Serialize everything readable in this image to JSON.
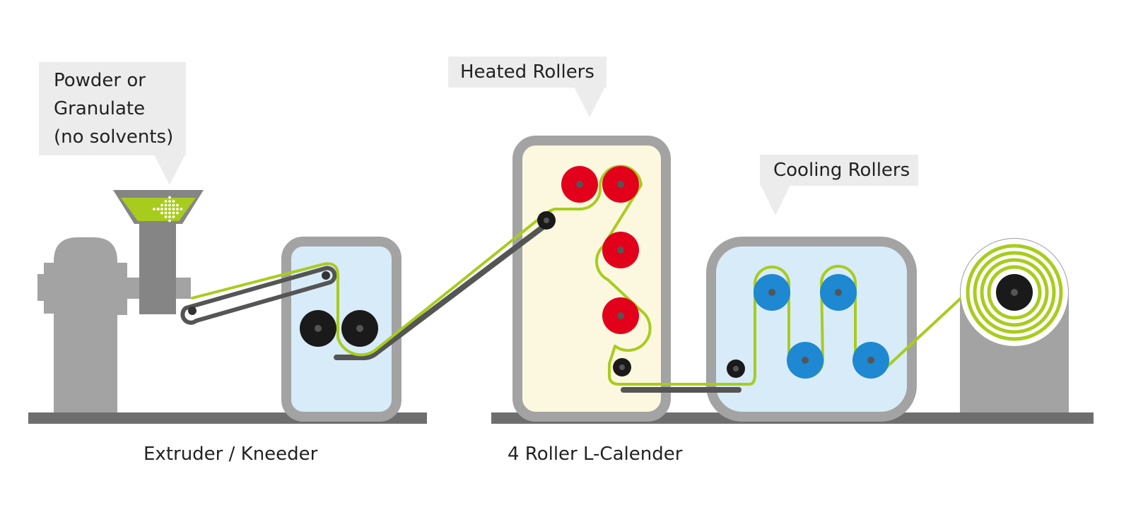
{
  "callouts": {
    "input_material": "Powder or\nGranulate\n(no solvents)",
    "heated_rollers": "Heated Rollers",
    "cooling_rollers": "Cooling Rollers"
  },
  "section_labels": {
    "extruder": "Extruder / Kneeder",
    "calender": "4 Roller L-Calender"
  },
  "colors": {
    "film_strand": "#a8cc1e",
    "heated_roller": "#e2001a",
    "cooling_roller": "#1e88d2",
    "machine_frame": "#a3a3a3",
    "kneader_cabinet": "#d8ebf8",
    "calender_cabinet": "#fbf8df",
    "callout_background": "#ececec",
    "floor_base": "#6e6e6e"
  }
}
